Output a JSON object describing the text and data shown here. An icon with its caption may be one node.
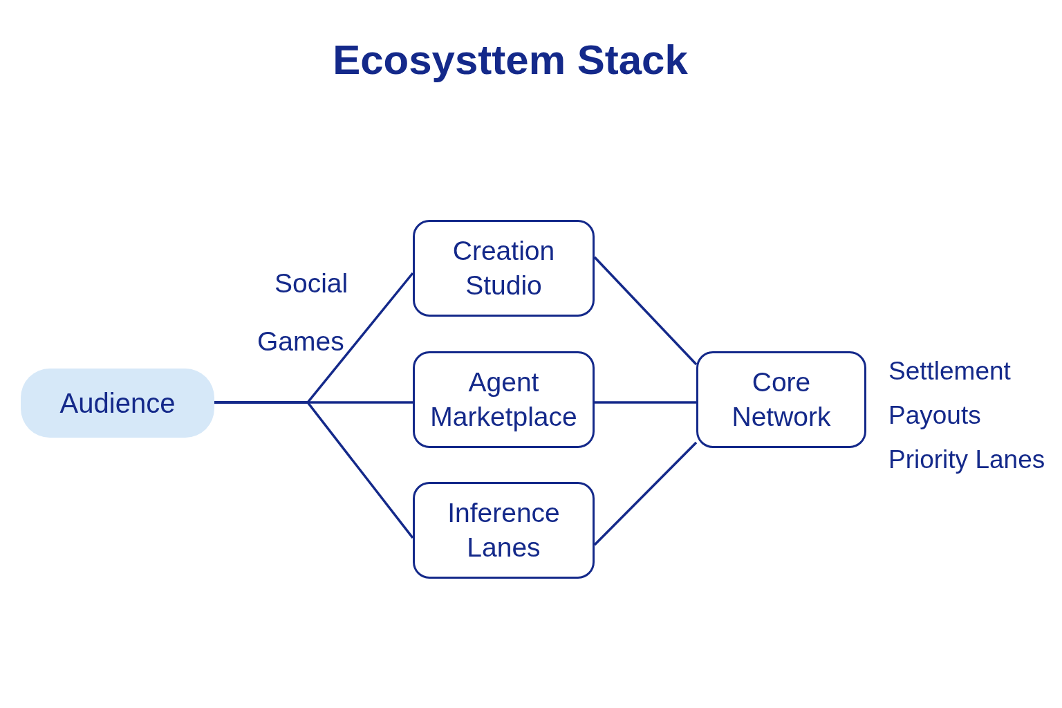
{
  "diagram": {
    "title": "Ecosysttem Stack",
    "nodes": [
      {
        "text": [
          "Audience"
        ]
      },
      {
        "text": [
          "Creation Studio"
        ]
      },
      {
        "text": [
          "Agent Marketplace"
        ]
      },
      {
        "text": [
          "Inference Lanes"
        ]
      },
      {
        "text": [
          "Core Network"
        ],
        "beside": [
          "Settlement",
          "Payouts",
          "Priority Lanes"
        ]
      }
    ],
    "edges": [
      {
        "from": 0,
        "to": 1,
        "arrow": "none"
      },
      {
        "from": 0,
        "to": 2,
        "arrow": "none"
      },
      {
        "from": 0,
        "to": 3,
        "arrow": "none"
      },
      {
        "from": 1,
        "to": 4,
        "arrow": "none"
      },
      {
        "from": 2,
        "to": 4,
        "arrow": "none"
      },
      {
        "from": 3,
        "to": 4,
        "arrow": "none"
      }
    ],
    "labels": [
      "Social",
      "Games"
    ]
  }
}
